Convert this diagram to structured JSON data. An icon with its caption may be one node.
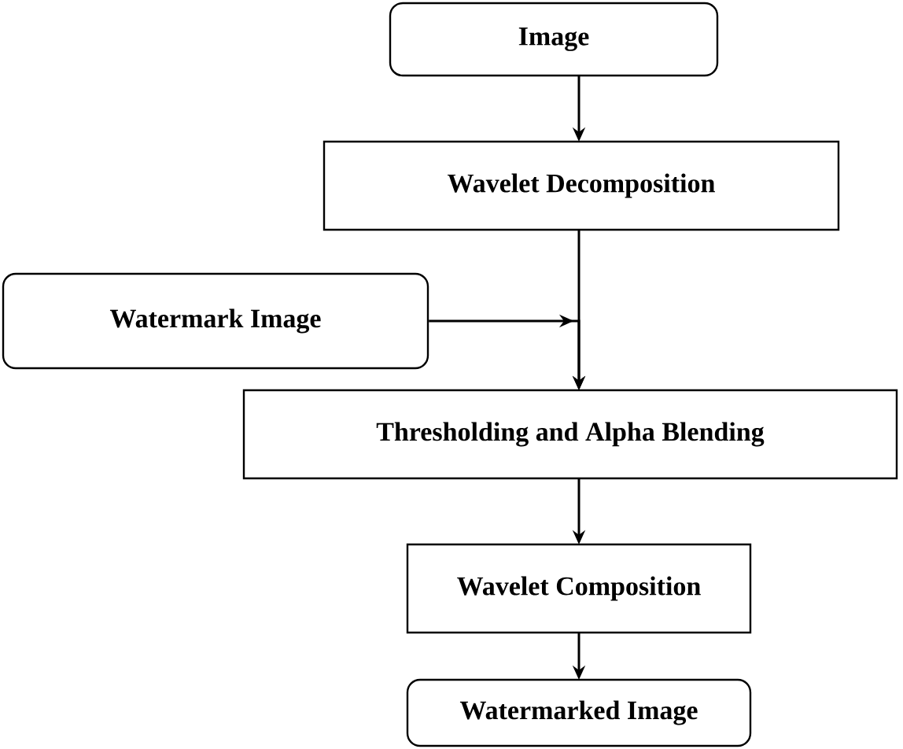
{
  "diagram": {
    "nodes": [
      {
        "text": [
          "Image"
        ]
      },
      {
        "text": [
          "Wavelet Decomposition"
        ]
      },
      {
        "text": [
          "Watermark Image"
        ]
      },
      {
        "text": [
          "Thresholding and Alpha Blending"
        ]
      },
      {
        "text": [
          "Wavelet Composition"
        ]
      },
      {
        "text": [
          "Watermarked Image"
        ]
      }
    ],
    "edges": [
      {
        "from": 0,
        "to": 1,
        "arrow": "to"
      },
      {
        "from": 1,
        "to": 3,
        "arrow": "to"
      },
      {
        "from": 2,
        "to": 3,
        "arrow": "to"
      },
      {
        "from": 3,
        "to": 4,
        "arrow": "to"
      },
      {
        "from": 4,
        "to": 5,
        "arrow": "to"
      }
    ]
  }
}
